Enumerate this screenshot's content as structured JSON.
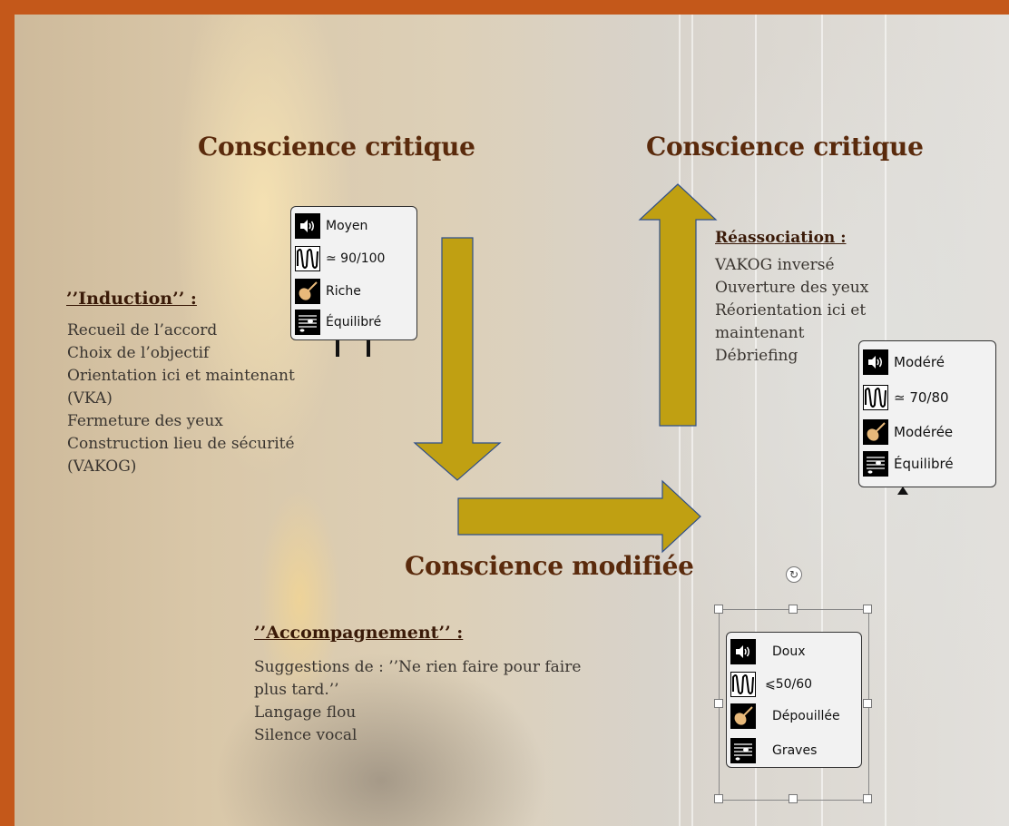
{
  "colors": {
    "frame": "#c4581a",
    "heading": "#5a2a0c",
    "arrow_fill": "#c0a012",
    "arrow_stroke": "#2f4f8a",
    "card_background": "#f2f2f2"
  },
  "headings": {
    "top_left": "Conscience critique",
    "top_right": "Conscience critique",
    "bottom": "Conscience modifiée"
  },
  "induction": {
    "title": "’’Induction’’ :",
    "lines": [
      "Recueil de l’accord",
      "Choix de l’objectif",
      "Orientation ici et maintenant",
      "(VKA)",
      "Fermeture des yeux",
      "Construction lieu de sécurité",
      "(VAKOG)"
    ]
  },
  "reassociation": {
    "title": "Réassociation :",
    "lines": [
      "VAKOG inversé",
      "Ouverture des yeux",
      "Réorientation ici et",
      "maintenant",
      "Débriefing"
    ]
  },
  "accompagnement": {
    "title": "’’Accompagnement’’ :",
    "lines": [
      "Suggestions de : ’’Ne rien faire pour faire",
      "plus tard.’’",
      "Langage flou",
      "Silence vocal"
    ]
  },
  "cards": {
    "induction": {
      "volume": "Moyen",
      "tempo": "≃ 90/100",
      "timbre": "Riche",
      "register": "Équilibré"
    },
    "reassociation": {
      "volume": "Modéré",
      "tempo": "≃ 70/80",
      "timbre": "Modérée",
      "register": "Équilibré"
    },
    "accompagnement": {
      "volume": "Doux",
      "tempo": "⩽50/60",
      "timbre": "Dépouillée",
      "register": "Graves"
    }
  },
  "icons": {
    "volume": "speaker-icon",
    "tempo": "waveform-icon",
    "timbre": "violin-icon",
    "register": "staff-icon",
    "rotate": "rotate-icon"
  }
}
